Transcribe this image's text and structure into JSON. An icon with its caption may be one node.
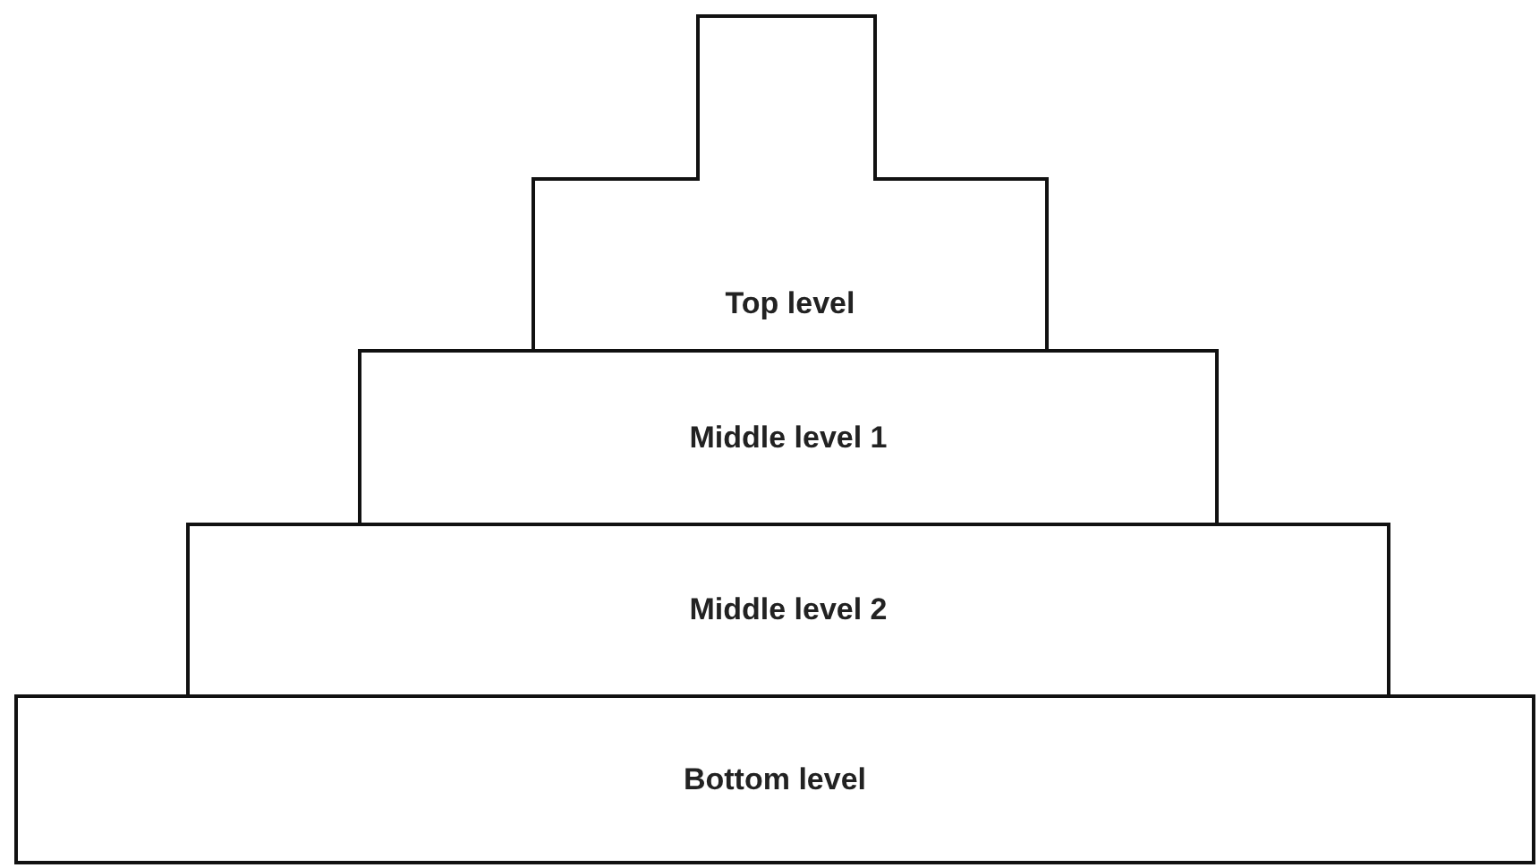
{
  "diagram": {
    "nodes": [
      {
        "text": [
          "Top level"
        ]
      },
      {
        "text": [
          "Middle level 1"
        ]
      },
      {
        "text": [
          "Middle level 2"
        ]
      },
      {
        "text": [
          "Bottom level"
        ]
      }
    ]
  }
}
